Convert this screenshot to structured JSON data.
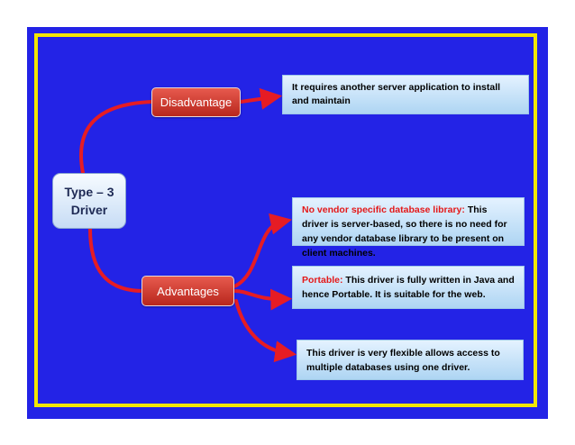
{
  "root": {
    "line1": "Type – 3",
    "line2": "Driver"
  },
  "disadvantage": {
    "label": "Disadvantage",
    "description": "It requires another server application to install and maintain"
  },
  "advantages": {
    "label": "Advantages",
    "items": [
      {
        "highlight": "No vendor specific database library:",
        "text": " This driver is server-based, so there is no need for any vendor database library to be present on client machines."
      },
      {
        "highlight": "Portable:",
        "text": " This driver is fully written in Java and hence Portable. It is suitable for the web."
      },
      {
        "highlight": "",
        "text": "This driver is very flexible allows access to multiple databases using one driver."
      }
    ]
  },
  "colors": {
    "background": "#2323e6",
    "frame": "#f2e600",
    "connector": "#e61c24",
    "node": "#c9342a",
    "highlight": "#e41818"
  }
}
